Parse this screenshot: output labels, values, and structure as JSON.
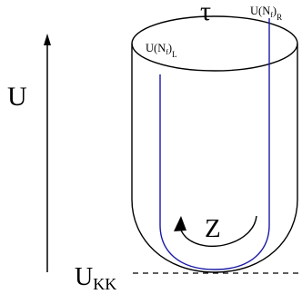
{
  "labels": {
    "energy_axis": "U",
    "circle_coordinate": "τ",
    "rotation_symbol": "Z",
    "tip_main": "U",
    "tip_sub": "KK",
    "left_brane_main": "U(N",
    "left_brane_sub": "f",
    "left_brane_close": ")",
    "left_brane_side": "L",
    "right_brane_main": "U(N",
    "right_brane_sub": "f",
    "right_brane_close": ")",
    "right_brane_side": "R"
  },
  "colors": {
    "outline": "#000000",
    "brane": "#1a1aa6",
    "background": "#ffffff"
  }
}
